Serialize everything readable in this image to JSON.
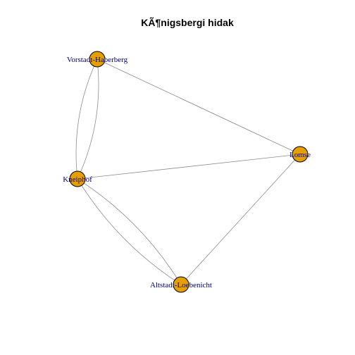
{
  "title": "KÃ¶nigsbergi hidak",
  "colors": {
    "vertex_fill": "#E69F00",
    "vertex_border": "#000000",
    "label": "#000080",
    "edge": "#8C8C8C",
    "title": "#000000"
  },
  "graph": {
    "nodes": [
      {
        "id": "vorstadt",
        "label": "Vorstadt-Haberberg"
      },
      {
        "id": "lomse",
        "label": "Lomse"
      },
      {
        "id": "kneiphof",
        "label": "Kneiphof"
      },
      {
        "id": "altstadt",
        "label": "Altstadt-Loebenicht"
      }
    ],
    "edges": [
      {
        "source": "vorstadt",
        "target": "kneiphof",
        "multiplicity": 2
      },
      {
        "source": "vorstadt",
        "target": "lomse",
        "multiplicity": 1
      },
      {
        "source": "kneiphof",
        "target": "lomse",
        "multiplicity": 1
      },
      {
        "source": "kneiphof",
        "target": "altstadt",
        "multiplicity": 2
      },
      {
        "source": "altstadt",
        "target": "lomse",
        "multiplicity": 1
      }
    ]
  }
}
